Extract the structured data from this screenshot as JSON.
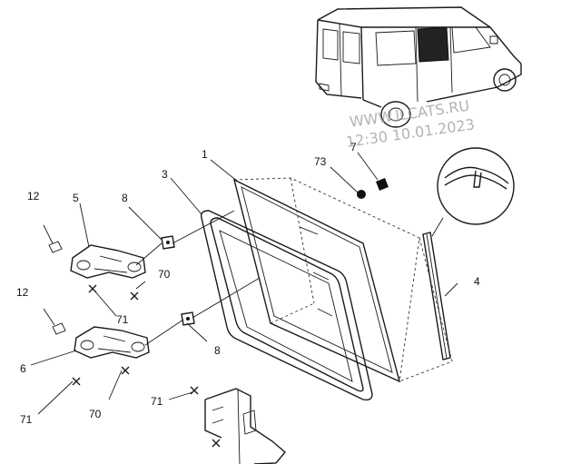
{
  "watermark": {
    "line1": "WWW.ILCATS.RU",
    "line2": "12:30  10.01.2023"
  },
  "callouts": {
    "c1": "1",
    "c3": "3",
    "c4": "4",
    "c5": "5",
    "c6": "6",
    "c7": "7",
    "c8a": "8",
    "c8b": "8",
    "c12a": "12",
    "c12b": "12",
    "c70a": "70",
    "c70b": "70",
    "c71a": "71",
    "c71b": "71",
    "c71c": "71",
    "c73": "73"
  }
}
